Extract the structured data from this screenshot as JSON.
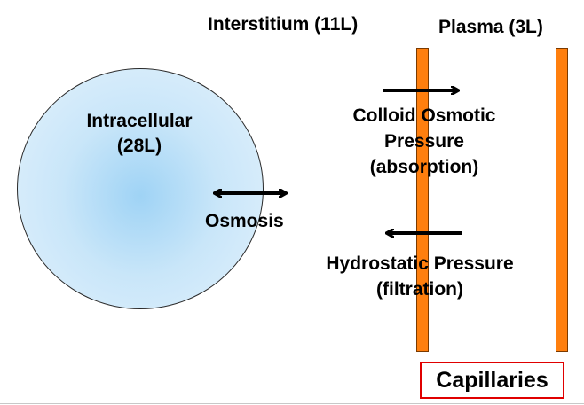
{
  "labels": {
    "interstitium": "Interstitium (11L)",
    "plasma": "Plasma (3L)",
    "intracellular_line1": "Intracellular",
    "intracellular_line2": "(28L)",
    "osmosis": "Osmosis",
    "colloid_line1": "Colloid Osmotic",
    "colloid_line2": "Pressure",
    "colloid_line3": "(absorption)",
    "hydrostatic_line1": "Hydrostatic Pressure",
    "hydrostatic_line2": "(filtration)",
    "capillaries": "Capillaries"
  },
  "colors": {
    "cell_fill": "#9fd3f5",
    "capillary_wall": "#ff7f0e",
    "capillaries_box_border": "#e00000",
    "arrow": "#000000"
  }
}
